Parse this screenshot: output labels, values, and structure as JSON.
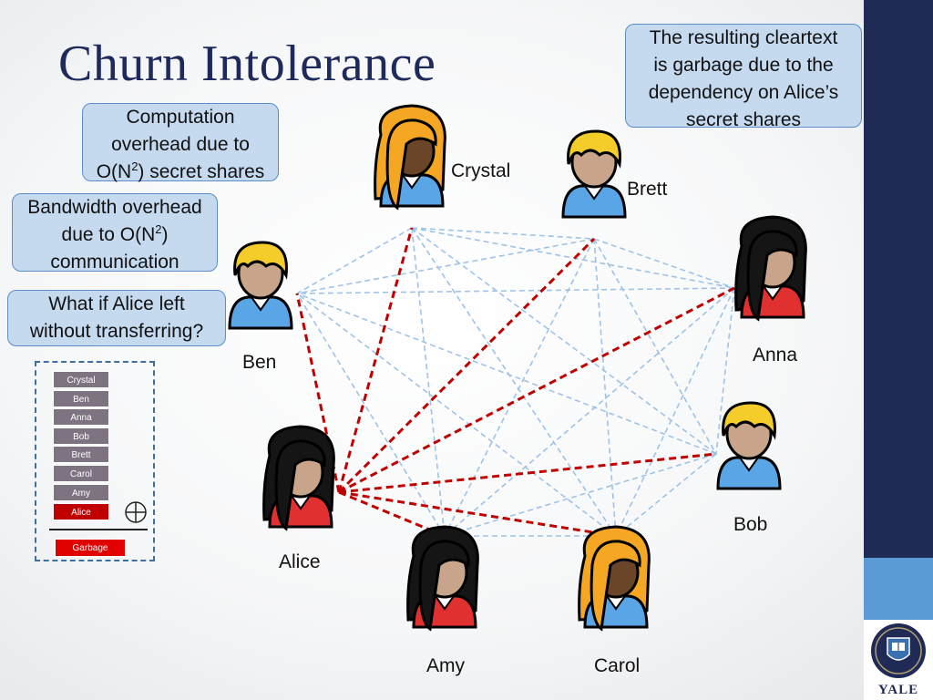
{
  "slide": {
    "title": "Churn Intolerance"
  },
  "callouts": {
    "computation": {
      "line1": "Computation",
      "line2": "overhead due to",
      "line3a": "O(N",
      "sup": "2",
      "line3b": ") secret shares"
    },
    "bandwidth": {
      "line1": "Bandwidth overhead",
      "line2a": "due to O(N",
      "sup": "2",
      "line2b": ")",
      "line3": "communication"
    },
    "alice_left": {
      "line1": "What if Alice left",
      "line2": "without transferring?"
    },
    "garbage_note": {
      "line1": "The resulting cleartext",
      "line2": "is garbage due to the",
      "line3": "dependency on Alice’s",
      "line4": "secret shares"
    }
  },
  "people": [
    {
      "key": "crystal",
      "name": "Crystal",
      "hair": "blonde-long",
      "shirt": "#5aa5e6"
    },
    {
      "key": "brett",
      "name": "Brett",
      "hair": "blonde-short",
      "shirt": "#5aa5e6"
    },
    {
      "key": "anna",
      "name": "Anna",
      "hair": "black-long",
      "shirt": "#e03030"
    },
    {
      "key": "bob",
      "name": "Bob",
      "hair": "blonde-short",
      "shirt": "#5aa5e6"
    },
    {
      "key": "carol",
      "name": "Carol",
      "hair": "blonde-long",
      "shirt": "#5aa5e6"
    },
    {
      "key": "amy",
      "name": "Amy",
      "hair": "black-long",
      "shirt": "#e03030"
    },
    {
      "key": "alice",
      "name": "Alice",
      "hair": "black-long",
      "shirt": "#e03030"
    },
    {
      "key": "ben",
      "name": "Ben",
      "hair": "blonde-short",
      "shirt": "#5aa5e6"
    }
  ],
  "stack": {
    "items": [
      "Crystal",
      "Ben",
      "Anna",
      "Bob",
      "Brett",
      "Carol",
      "Amy",
      "Alice"
    ],
    "operator": "xor",
    "result": "Garbage"
  },
  "colors": {
    "title": "#1f2a5c",
    "mesh_line": "#9fc3e6",
    "alice_line": "#c00000",
    "callout_fill": "#c5d9ef"
  },
  "logo": {
    "text": "YALE"
  }
}
